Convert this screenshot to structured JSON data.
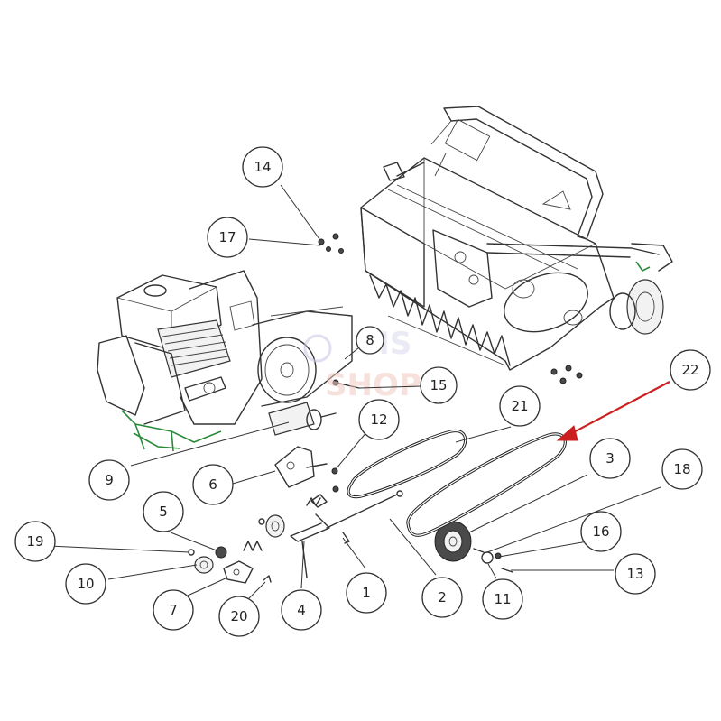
{
  "watermark": {
    "line1": "MS",
    "line2": "SHOP"
  },
  "balloons": [
    {
      "label": "14"
    },
    {
      "label": "17"
    },
    {
      "label": "8"
    },
    {
      "label": "15"
    },
    {
      "label": "12"
    },
    {
      "label": "21"
    },
    {
      "label": "22"
    },
    {
      "label": "3"
    },
    {
      "label": "18"
    },
    {
      "label": "9"
    },
    {
      "label": "6"
    },
    {
      "label": "5"
    },
    {
      "label": "19"
    },
    {
      "label": "10"
    },
    {
      "label": "7"
    },
    {
      "label": "20"
    },
    {
      "label": "4"
    },
    {
      "label": "1"
    },
    {
      "label": "2"
    },
    {
      "label": "11"
    },
    {
      "label": "16"
    },
    {
      "label": "13"
    }
  ],
  "colors": {
    "highlight_arrow": "#cc1f1f",
    "line": "#333333",
    "green_part": "#2a8a3a"
  }
}
